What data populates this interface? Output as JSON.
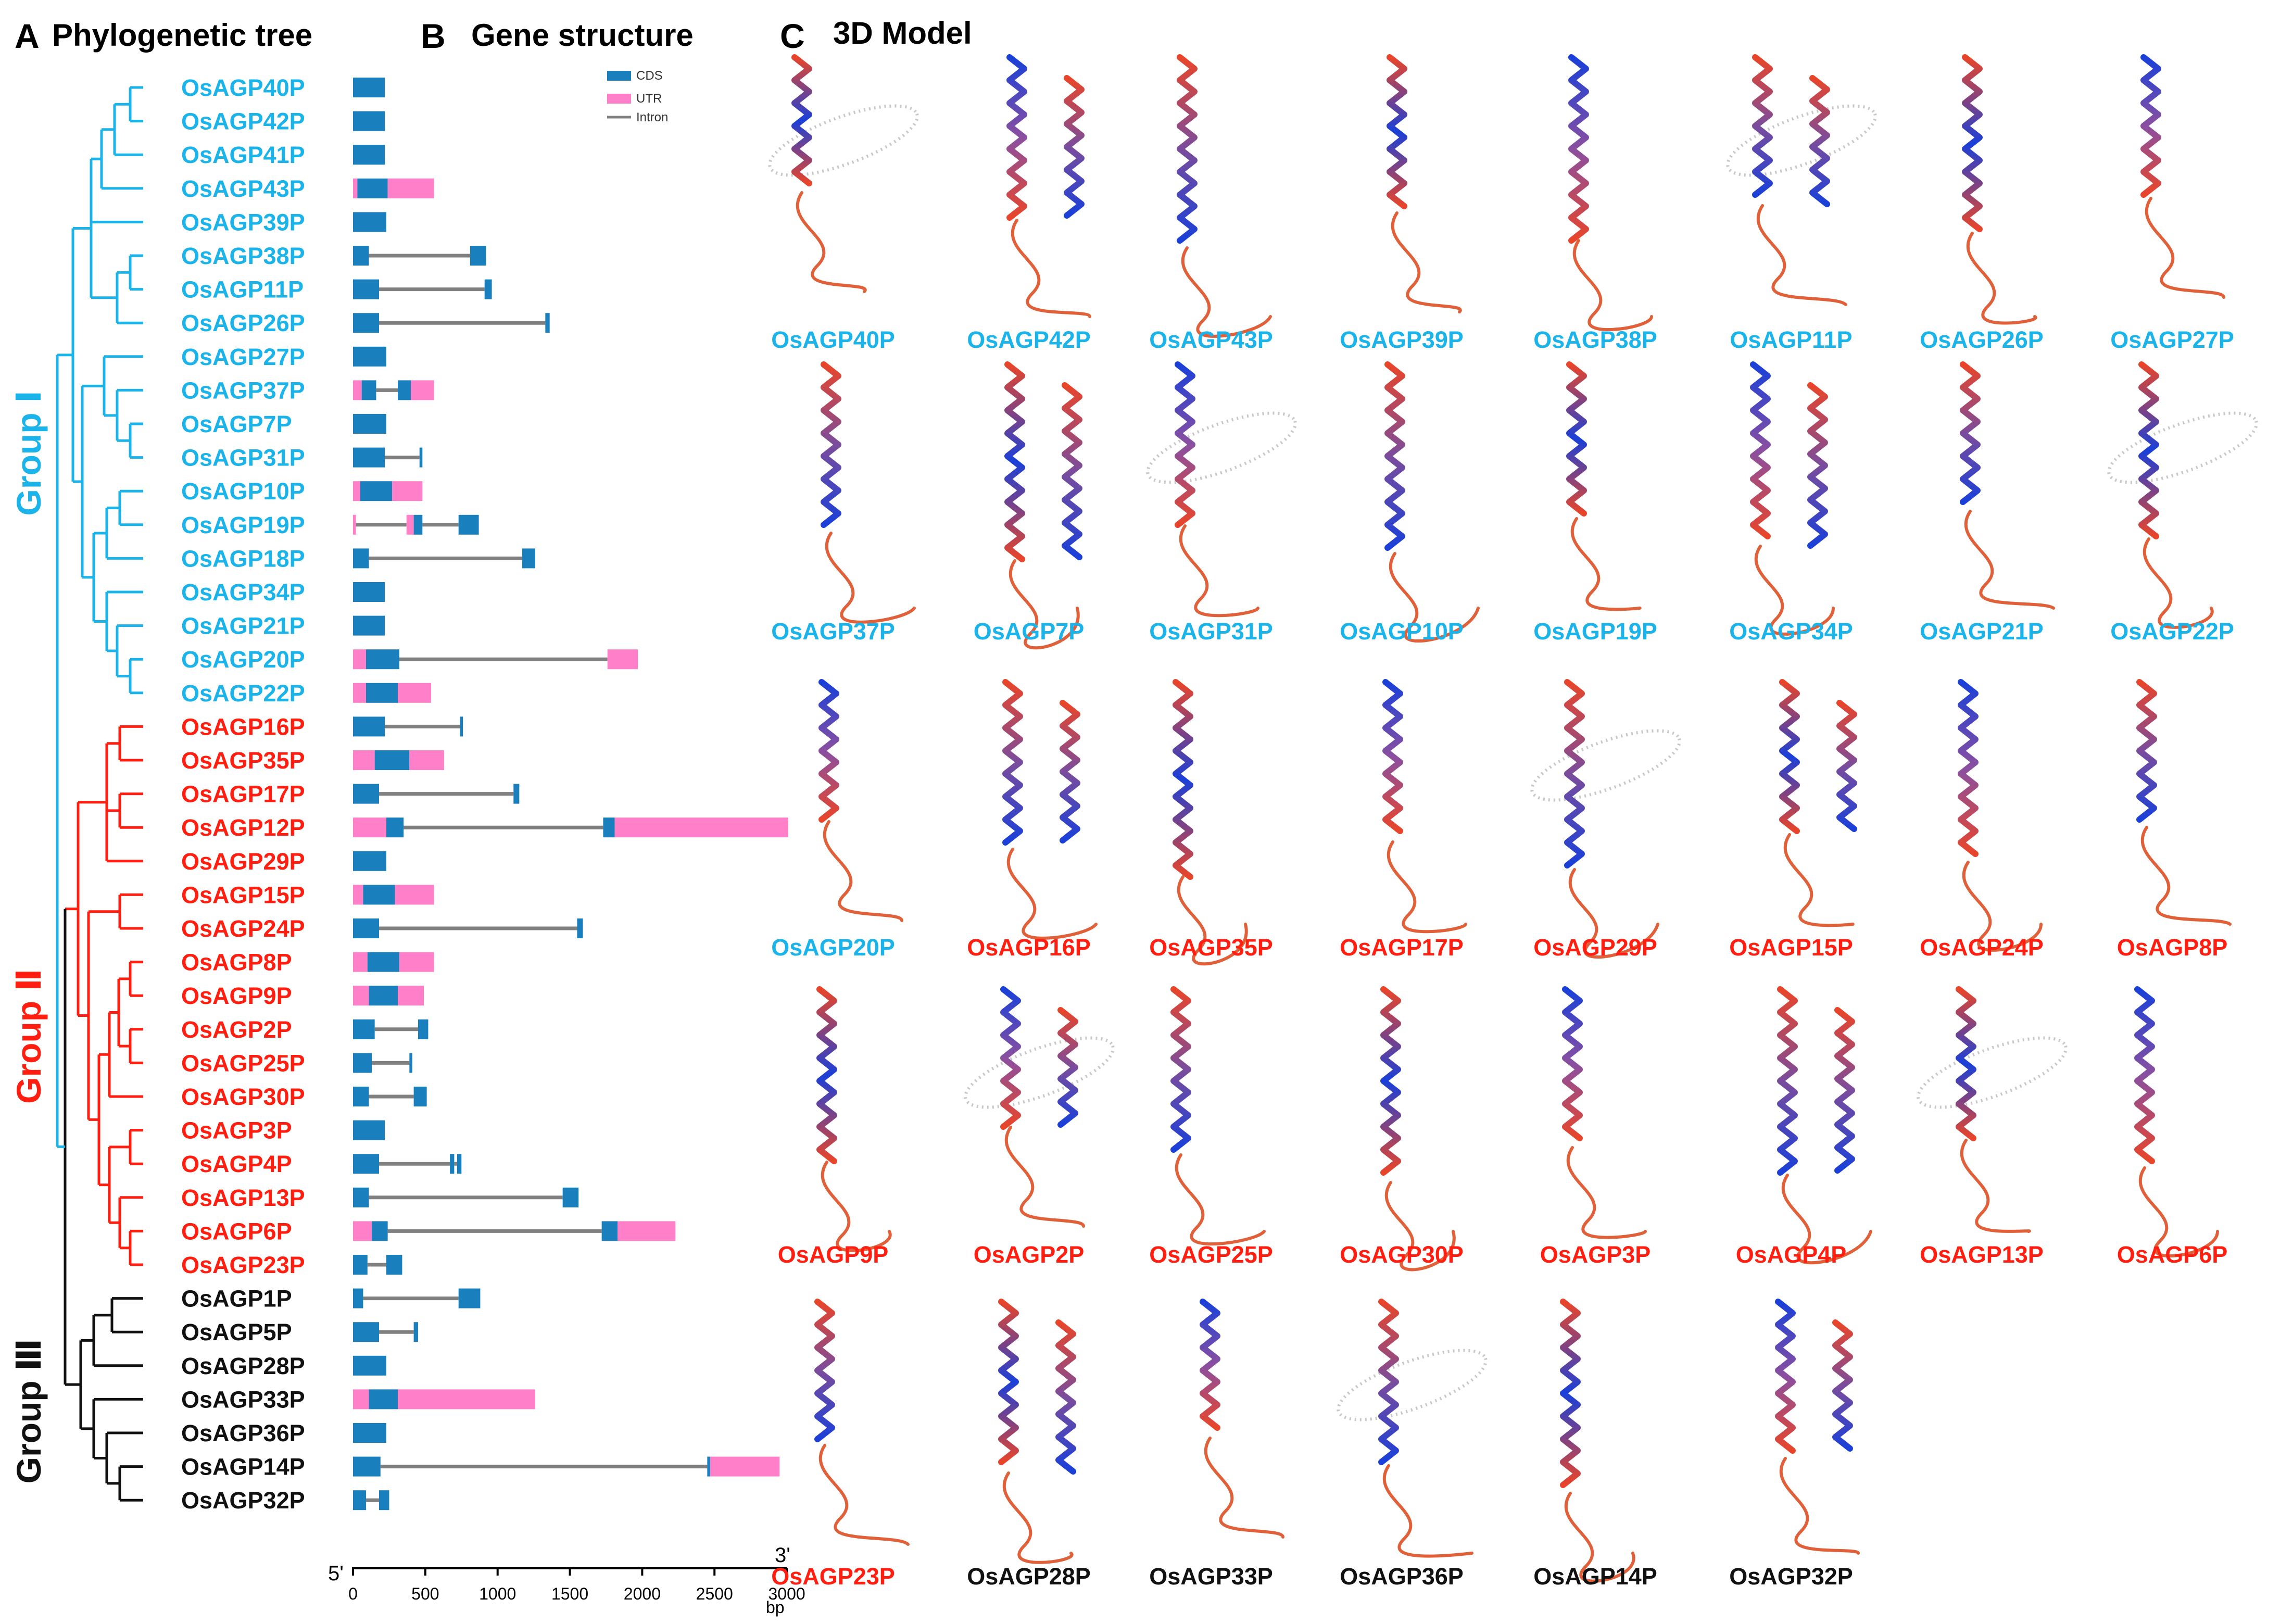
{
  "panels": {
    "a_letter": "A",
    "a_title": "Phylogenetic tree",
    "b_letter": "B",
    "b_title": "Gene structure",
    "c_letter": "C",
    "c_title": "3D Model"
  },
  "colors": {
    "group1": "#1ab3ea",
    "group2": "#ff1e0f",
    "group3": "#111111",
    "cds": "#1a7fbd",
    "utr": "#ff80c8",
    "intron": "#808080"
  },
  "groups": [
    {
      "label": "Group Ⅰ",
      "color": "#1ab3ea"
    },
    {
      "label": "Group Ⅱ",
      "color": "#ff1e0f"
    },
    {
      "label": "Group Ⅲ",
      "color": "#111111"
    }
  ],
  "legend": [
    {
      "label": "CDS",
      "kind": "cds"
    },
    {
      "label": "UTR",
      "kind": "utr"
    },
    {
      "label": "Intron",
      "kind": "intron"
    }
  ],
  "axis": {
    "ticks": [
      "0",
      "500",
      "1000",
      "1500",
      "2000",
      "2500",
      "3000"
    ],
    "unit": "bp",
    "five_prime": "5'",
    "three_prime": "3'"
  },
  "genes": [
    {
      "name": "OsAGP40P",
      "group": 1,
      "segs": [
        [
          "c",
          0,
          220
        ]
      ]
    },
    {
      "name": "OsAGP42P",
      "group": 1,
      "segs": [
        [
          "c",
          0,
          220
        ]
      ]
    },
    {
      "name": "OsAGP41P",
      "group": 1,
      "segs": [
        [
          "c",
          0,
          220
        ]
      ]
    },
    {
      "name": "OsAGP43P",
      "group": 1,
      "segs": [
        [
          "u",
          0,
          30
        ],
        [
          "c",
          30,
          240
        ],
        [
          "u",
          240,
          560
        ]
      ]
    },
    {
      "name": "OsAGP39P",
      "group": 1,
      "segs": [
        [
          "c",
          0,
          230
        ]
      ]
    },
    {
      "name": "OsAGP38P",
      "group": 1,
      "segs": [
        [
          "c",
          0,
          110
        ],
        [
          "i",
          110,
          810
        ],
        [
          "c",
          810,
          920
        ]
      ]
    },
    {
      "name": "OsAGP11P",
      "group": 1,
      "segs": [
        [
          "c",
          0,
          180
        ],
        [
          "i",
          180,
          910
        ],
        [
          "c",
          910,
          960
        ]
      ]
    },
    {
      "name": "OsAGP26P",
      "group": 1,
      "segs": [
        [
          "c",
          0,
          180
        ],
        [
          "i",
          180,
          1330
        ],
        [
          "c",
          1330,
          1360
        ]
      ]
    },
    {
      "name": "OsAGP27P",
      "group": 1,
      "segs": [
        [
          "c",
          0,
          230
        ]
      ]
    },
    {
      "name": "OsAGP37P",
      "group": 1,
      "segs": [
        [
          "u",
          0,
          60
        ],
        [
          "c",
          60,
          160
        ],
        [
          "i",
          160,
          310
        ],
        [
          "c",
          310,
          400
        ],
        [
          "u",
          400,
          560
        ]
      ]
    },
    {
      "name": "OsAGP7P",
      "group": 1,
      "segs": [
        [
          "c",
          0,
          230
        ]
      ]
    },
    {
      "name": "OsAGP31P",
      "group": 1,
      "segs": [
        [
          "c",
          0,
          220
        ],
        [
          "i",
          220,
          460
        ],
        [
          "c",
          460,
          480
        ]
      ]
    },
    {
      "name": "OsAGP10P",
      "group": 1,
      "segs": [
        [
          "u",
          0,
          50
        ],
        [
          "c",
          50,
          270
        ],
        [
          "u",
          270,
          480
        ]
      ]
    },
    {
      "name": "OsAGP19P",
      "group": 1,
      "segs": [
        [
          "u",
          0,
          20
        ],
        [
          "i",
          20,
          370
        ],
        [
          "u",
          370,
          420
        ],
        [
          "c",
          420,
          480
        ],
        [
          "i",
          480,
          730
        ],
        [
          "c",
          730,
          870
        ]
      ]
    },
    {
      "name": "OsAGP18P",
      "group": 1,
      "segs": [
        [
          "c",
          0,
          110
        ],
        [
          "i",
          110,
          1170
        ],
        [
          "c",
          1170,
          1260
        ]
      ]
    },
    {
      "name": "OsAGP34P",
      "group": 1,
      "segs": [
        [
          "c",
          0,
          220
        ]
      ]
    },
    {
      "name": "OsAGP21P",
      "group": 1,
      "segs": [
        [
          "c",
          0,
          220
        ]
      ]
    },
    {
      "name": "OsAGP20P",
      "group": 1,
      "segs": [
        [
          "u",
          0,
          90
        ],
        [
          "c",
          90,
          320
        ],
        [
          "i",
          320,
          1760
        ],
        [
          "u",
          1760,
          1970
        ]
      ]
    },
    {
      "name": "OsAGP22P",
      "group": 1,
      "segs": [
        [
          "u",
          0,
          90
        ],
        [
          "c",
          90,
          310
        ],
        [
          "u",
          310,
          540
        ]
      ]
    },
    {
      "name": "OsAGP16P",
      "group": 2,
      "segs": [
        [
          "c",
          0,
          220
        ],
        [
          "i",
          220,
          740
        ],
        [
          "c",
          740,
          760
        ]
      ]
    },
    {
      "name": "OsAGP35P",
      "group": 2,
      "segs": [
        [
          "u",
          0,
          150
        ],
        [
          "c",
          150,
          390
        ],
        [
          "u",
          390,
          630
        ]
      ]
    },
    {
      "name": "OsAGP17P",
      "group": 2,
      "segs": [
        [
          "c",
          0,
          180
        ],
        [
          "i",
          180,
          1110
        ],
        [
          "c",
          1110,
          1150
        ]
      ]
    },
    {
      "name": "OsAGP12P",
      "group": 2,
      "segs": [
        [
          "u",
          0,
          230
        ],
        [
          "c",
          230,
          350
        ],
        [
          "i",
          350,
          1730
        ],
        [
          "c",
          1730,
          1810
        ],
        [
          "u",
          1810,
          3010
        ]
      ]
    },
    {
      "name": "OsAGP29P",
      "group": 2,
      "segs": [
        [
          "c",
          0,
          230
        ]
      ]
    },
    {
      "name": "OsAGP15P",
      "group": 2,
      "segs": [
        [
          "u",
          0,
          70
        ],
        [
          "c",
          70,
          290
        ],
        [
          "u",
          290,
          560
        ]
      ]
    },
    {
      "name": "OsAGP24P",
      "group": 2,
      "segs": [
        [
          "c",
          0,
          180
        ],
        [
          "i",
          180,
          1550
        ],
        [
          "c",
          1550,
          1590
        ]
      ]
    },
    {
      "name": "OsAGP8P",
      "group": 2,
      "segs": [
        [
          "u",
          0,
          100
        ],
        [
          "c",
          100,
          320
        ],
        [
          "u",
          320,
          560
        ]
      ]
    },
    {
      "name": "OsAGP9P",
      "group": 2,
      "segs": [
        [
          "u",
          0,
          110
        ],
        [
          "c",
          110,
          310
        ],
        [
          "u",
          310,
          490
        ]
      ]
    },
    {
      "name": "OsAGP2P",
      "group": 2,
      "segs": [
        [
          "c",
          0,
          150
        ],
        [
          "i",
          150,
          450
        ],
        [
          "c",
          450,
          520
        ]
      ]
    },
    {
      "name": "OsAGP25P",
      "group": 2,
      "segs": [
        [
          "c",
          0,
          130
        ],
        [
          "i",
          130,
          390
        ],
        [
          "c",
          390,
          410
        ]
      ]
    },
    {
      "name": "OsAGP30P",
      "group": 2,
      "segs": [
        [
          "c",
          0,
          110
        ],
        [
          "i",
          110,
          420
        ],
        [
          "c",
          420,
          510
        ]
      ]
    },
    {
      "name": "OsAGP3P",
      "group": 2,
      "segs": [
        [
          "c",
          0,
          220
        ]
      ]
    },
    {
      "name": "OsAGP4P",
      "group": 2,
      "segs": [
        [
          "c",
          0,
          180
        ],
        [
          "i",
          180,
          670
        ],
        [
          "c",
          670,
          700
        ],
        [
          "i",
          700,
          720
        ],
        [
          "c",
          720,
          750
        ]
      ]
    },
    {
      "name": "OsAGP13P",
      "group": 2,
      "segs": [
        [
          "c",
          0,
          110
        ],
        [
          "i",
          110,
          1450
        ],
        [
          "c",
          1450,
          1560
        ]
      ]
    },
    {
      "name": "OsAGP6P",
      "group": 2,
      "segs": [
        [
          "u",
          0,
          130
        ],
        [
          "c",
          130,
          240
        ],
        [
          "i",
          240,
          1720
        ],
        [
          "c",
          1720,
          1830
        ],
        [
          "u",
          1830,
          2230
        ]
      ]
    },
    {
      "name": "OsAGP23P",
      "group": 2,
      "segs": [
        [
          "c",
          0,
          100
        ],
        [
          "i",
          100,
          230
        ],
        [
          "c",
          230,
          340
        ]
      ]
    },
    {
      "name": "OsAGP1P",
      "group": 3,
      "segs": [
        [
          "c",
          0,
          70
        ],
        [
          "i",
          70,
          730
        ],
        [
          "c",
          730,
          880
        ]
      ]
    },
    {
      "name": "OsAGP5P",
      "group": 3,
      "segs": [
        [
          "c",
          0,
          180
        ],
        [
          "i",
          180,
          420
        ],
        [
          "c",
          420,
          450
        ]
      ]
    },
    {
      "name": "OsAGP28P",
      "group": 3,
      "segs": [
        [
          "c",
          0,
          230
        ]
      ]
    },
    {
      "name": "OsAGP33P",
      "group": 3,
      "segs": [
        [
          "u",
          0,
          110
        ],
        [
          "c",
          110,
          310
        ],
        [
          "u",
          310,
          1260
        ]
      ]
    },
    {
      "name": "OsAGP36P",
      "group": 3,
      "segs": [
        [
          "c",
          0,
          230
        ]
      ]
    },
    {
      "name": "OsAGP14P",
      "group": 3,
      "segs": [
        [
          "c",
          0,
          190
        ],
        [
          "i",
          190,
          2450
        ],
        [
          "c",
          2450,
          2470
        ],
        [
          "u",
          2470,
          2950
        ]
      ]
    },
    {
      "name": "OsAGP32P",
      "group": 3,
      "segs": [
        [
          "c",
          0,
          90
        ],
        [
          "i",
          90,
          180
        ],
        [
          "c",
          180,
          250
        ]
      ]
    }
  ],
  "models": [
    {
      "label": "OsAGP40P",
      "group": 1
    },
    {
      "label": "OsAGP42P",
      "group": 1
    },
    {
      "label": "OsAGP43P",
      "group": 1
    },
    {
      "label": "OsAGP39P",
      "group": 1
    },
    {
      "label": "OsAGP38P",
      "group": 1
    },
    {
      "label": "OsAGP11P",
      "group": 1
    },
    {
      "label": "OsAGP26P",
      "group": 1
    },
    {
      "label": "OsAGP27P",
      "group": 1
    },
    {
      "label": "OsAGP37P",
      "group": 1
    },
    {
      "label": "OsAGP7P",
      "group": 1
    },
    {
      "label": "OsAGP31P",
      "group": 1
    },
    {
      "label": "OsAGP10P",
      "group": 1
    },
    {
      "label": "OsAGP19P",
      "group": 1
    },
    {
      "label": "OsAGP34P",
      "group": 1
    },
    {
      "label": "OsAGP21P",
      "group": 1
    },
    {
      "label": "OsAGP22P",
      "group": 1
    },
    {
      "label": "OsAGP20P",
      "group": 1
    },
    {
      "label": "OsAGP16P",
      "group": 2
    },
    {
      "label": "OsAGP35P",
      "group": 2
    },
    {
      "label": "OsAGP17P",
      "group": 2
    },
    {
      "label": "OsAGP29P",
      "group": 2
    },
    {
      "label": "OsAGP15P",
      "group": 2
    },
    {
      "label": "OsAGP24P",
      "group": 2
    },
    {
      "label": "OsAGP8P",
      "group": 2
    },
    {
      "label": "OsAGP9P",
      "group": 2
    },
    {
      "label": "OsAGP2P",
      "group": 2
    },
    {
      "label": "OsAGP25P",
      "group": 2
    },
    {
      "label": "OsAGP30P",
      "group": 2
    },
    {
      "label": "OsAGP3P",
      "group": 2
    },
    {
      "label": "OsAGP4P",
      "group": 2
    },
    {
      "label": "OsAGP13P",
      "group": 2
    },
    {
      "label": "OsAGP6P",
      "group": 2
    },
    {
      "label": "OsAGP23P",
      "group": 2
    },
    {
      "label": "OsAGP28P",
      "group": 3
    },
    {
      "label": "OsAGP33P",
      "group": 3
    },
    {
      "label": "OsAGP36P",
      "group": 3
    },
    {
      "label": "OsAGP14P",
      "group": 3
    },
    {
      "label": "OsAGP32P",
      "group": 3
    }
  ]
}
